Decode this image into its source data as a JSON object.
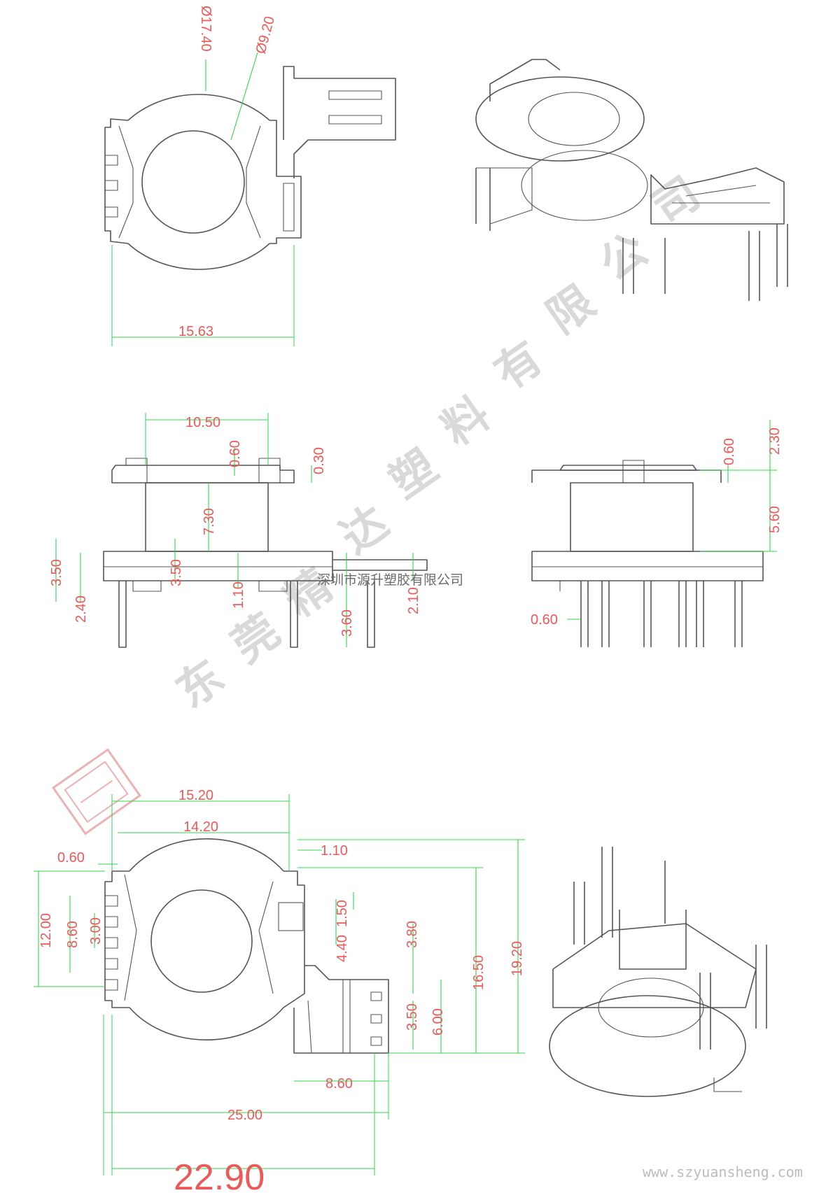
{
  "company_text": "深圳市源升塑胶有限公司",
  "watermark_text": [
    "东",
    "莞",
    "精",
    "达",
    "塑",
    "料",
    "有",
    "限",
    "公",
    "司"
  ],
  "website": "www.szyuansheng.com",
  "colors": {
    "outline": "#555555",
    "dimension_line": "#2fd84a",
    "dimension_text": "#ef5858",
    "watermark": "#d9d9d9"
  },
  "top_view": {
    "dims": [
      "Ø17.40",
      "Ø9.20",
      "15.63"
    ]
  },
  "front_view": {
    "dims": [
      "10.50",
      "0.60",
      "0.30",
      "7.30",
      "3.50",
      "3.50",
      "2.40",
      "1.10",
      "3.60",
      "2.10"
    ]
  },
  "side_view": {
    "dims": [
      "0.60",
      "2.30",
      "5.60",
      "0.60"
    ]
  },
  "bottom_view": {
    "dims": [
      "15.20",
      "14.20",
      "0.60",
      "1.10",
      "12.00",
      "8.60",
      "3.00",
      "1.50",
      "4.40",
      "3.80",
      "16.50",
      "19.20",
      "3.50",
      "6.00",
      "8.60",
      "25.00",
      "22.90"
    ]
  }
}
